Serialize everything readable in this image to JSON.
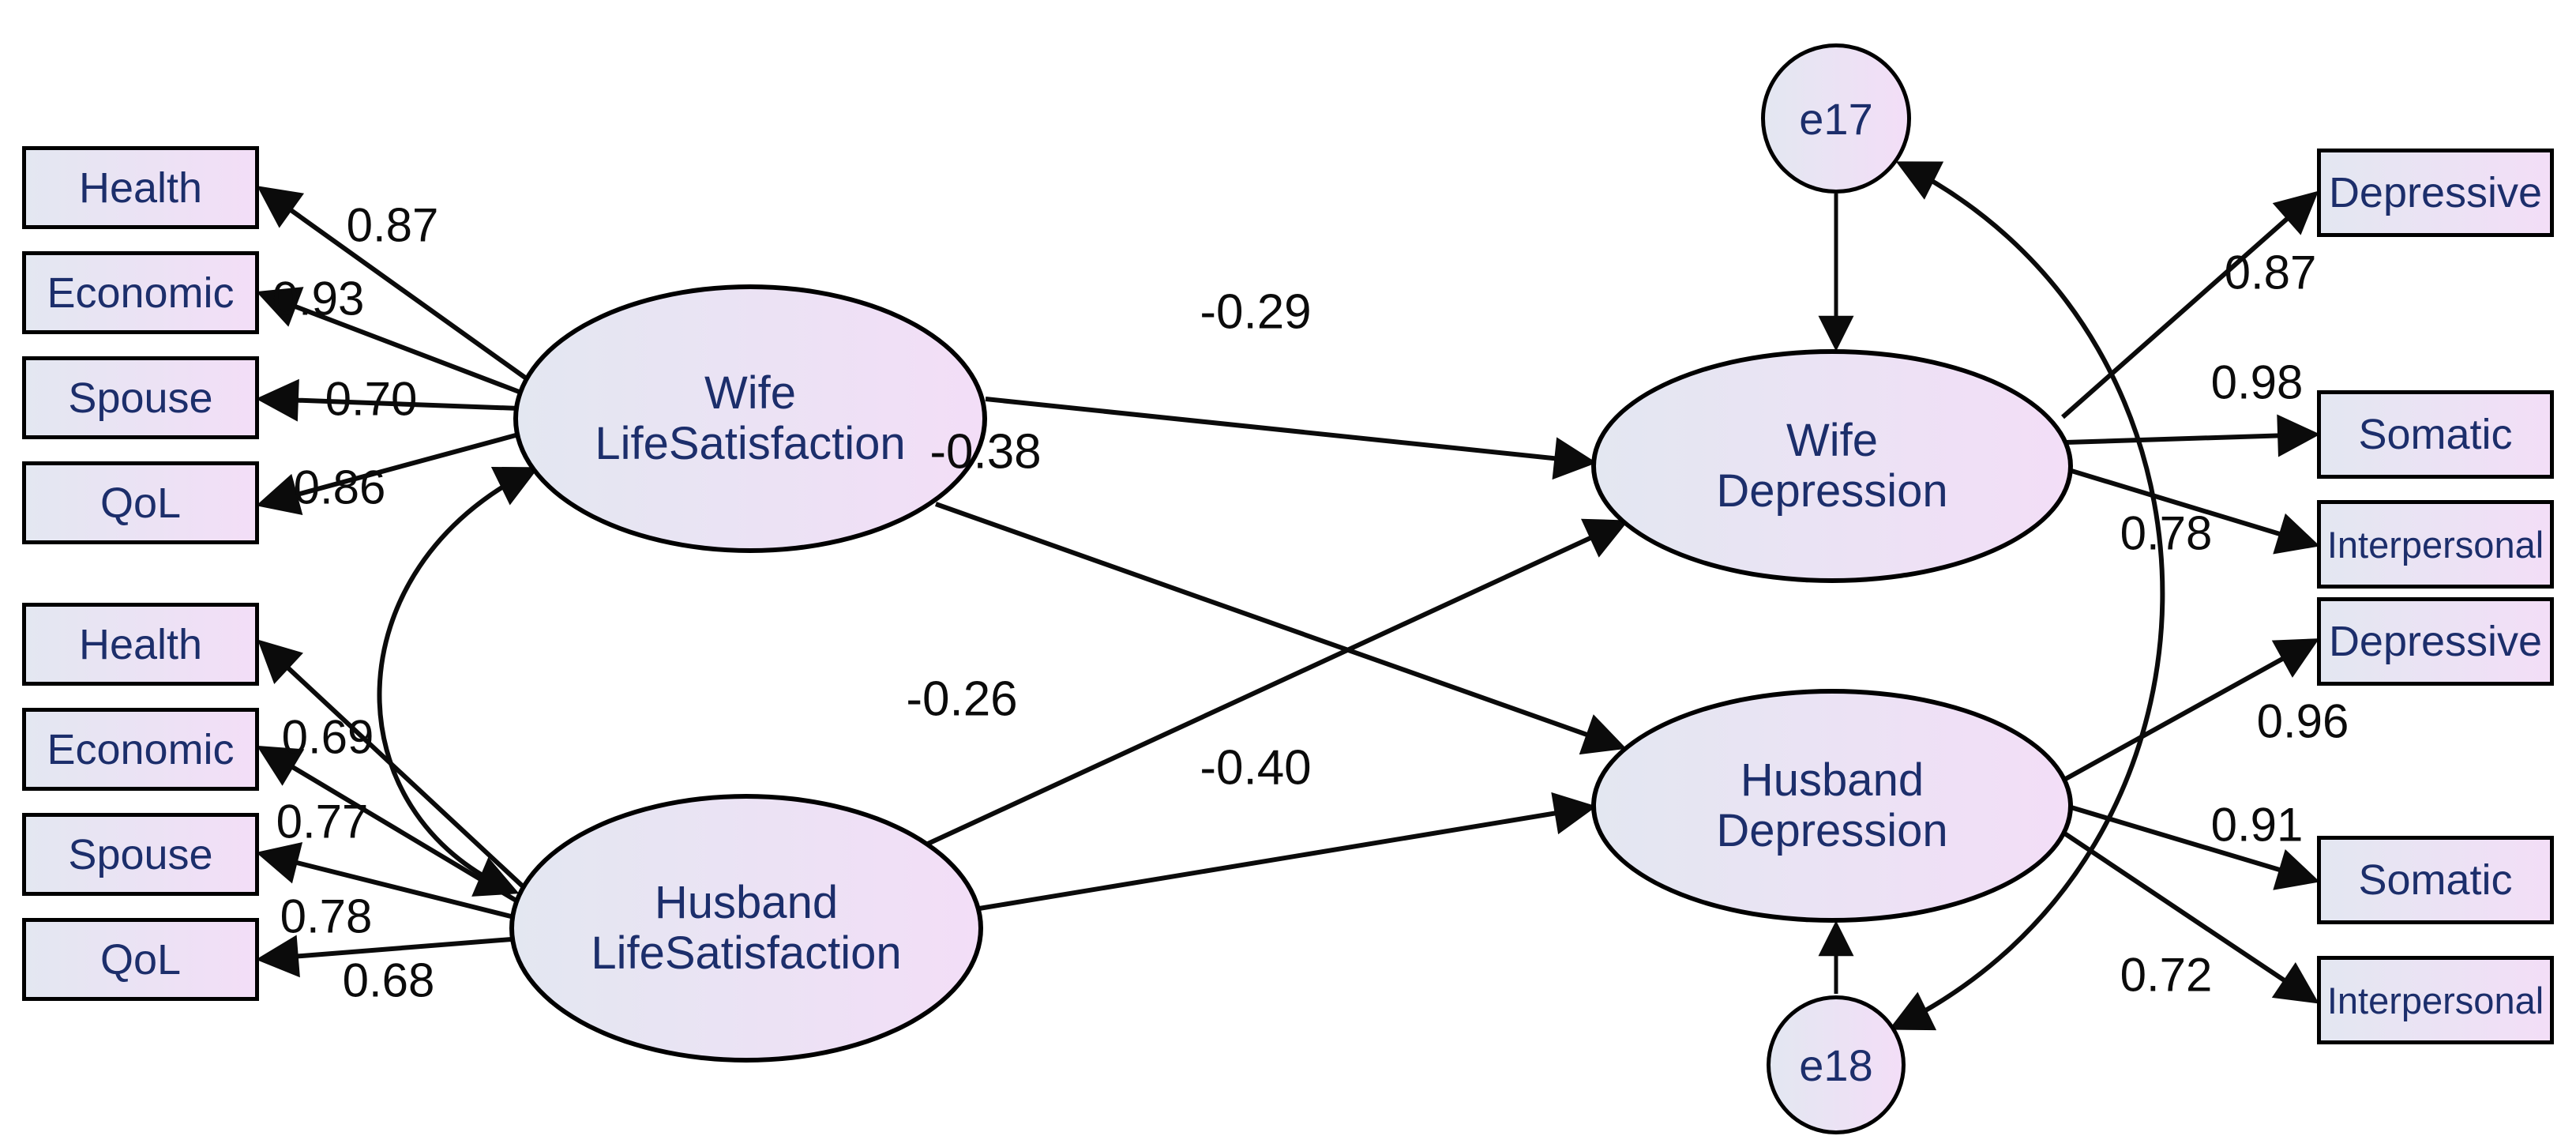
{
  "colors": {
    "node_fill_left": "#e3e7f1",
    "node_fill_right": "#f3def7",
    "node_border": "#000000",
    "node_text": "#1c2e6b",
    "edge_color": "#0b0b0b",
    "value_text": "#0b0b0b",
    "background": "#ffffff"
  },
  "latents": {
    "wife_ls": {
      "line1": "Wife",
      "line2": "LifeSatisfaction"
    },
    "husband_ls": {
      "line1": "Husband",
      "line2": "LifeSatisfaction"
    },
    "wife_dep": {
      "line1": "Wife",
      "line2": "Depression"
    },
    "husband_dep": {
      "line1": "Husband",
      "line2": "Depression"
    }
  },
  "errors": {
    "e17": "e17",
    "e18": "e18"
  },
  "indicators": {
    "wife_ls": [
      {
        "label": "Health",
        "loading": "0.87"
      },
      {
        "label": "Economic",
        "loading": "0.93"
      },
      {
        "label": "Spouse",
        "loading": "0.70"
      },
      {
        "label": "QoL",
        "loading": "0.86"
      }
    ],
    "husband_ls": [
      {
        "label": "Health",
        "loading": "0.69"
      },
      {
        "label": "Economic",
        "loading": "0.77"
      },
      {
        "label": "Spouse",
        "loading": "0.78"
      },
      {
        "label": "QoL",
        "loading": "0.68"
      }
    ],
    "wife_dep": [
      {
        "label": "Depressive",
        "loading": "0.87"
      },
      {
        "label": "Somatic",
        "loading": "0.98"
      },
      {
        "label": "Interpersonal",
        "loading": "0.78"
      }
    ],
    "husband_dep": [
      {
        "label": "Depressive",
        "loading": "0.96"
      },
      {
        "label": "Somatic",
        "loading": "0.91"
      },
      {
        "label": "Interpersonal",
        "loading": "0.72"
      }
    ]
  },
  "structural_paths": {
    "wife_ls_to_wife_dep": "-0.29",
    "wife_ls_to_husband_dep": "-0.38",
    "husband_ls_to_wife_dep": "-0.26",
    "husband_ls_to_husband_dep": "-0.40"
  }
}
